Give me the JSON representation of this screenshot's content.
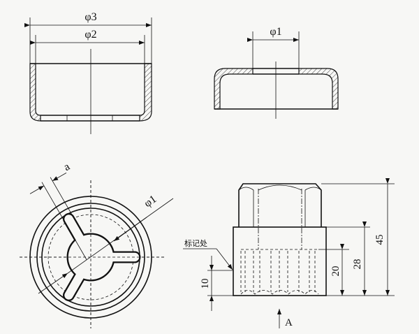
{
  "views": {
    "cup_section": {
      "dim_outer": "φ3",
      "dim_inner": "φ2"
    },
    "cap_section": {
      "dim_hole": "φ1"
    },
    "top_view": {
      "dim_slot": "a",
      "dim_diameter": "φ1"
    },
    "front_view": {
      "mark_label": "标记处",
      "dim_total": "45",
      "dim_body": "28",
      "dim_thread": "20",
      "dim_mark": "10",
      "view_arrow": "A"
    }
  }
}
